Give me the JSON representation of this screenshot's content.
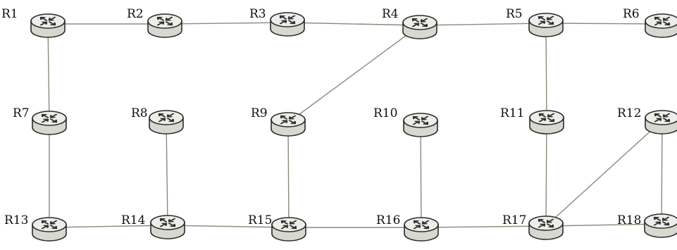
{
  "routers": [
    {
      "id": "R1",
      "label": "R1"
    },
    {
      "id": "R2",
      "label": "R2"
    },
    {
      "id": "R3",
      "label": "R3"
    },
    {
      "id": "R4",
      "label": "R4"
    },
    {
      "id": "R5",
      "label": "R5"
    },
    {
      "id": "R6",
      "label": "R6"
    },
    {
      "id": "R7",
      "label": "R7"
    },
    {
      "id": "R8",
      "label": "R8"
    },
    {
      "id": "R9",
      "label": "R9"
    },
    {
      "id": "R10",
      "label": "R10"
    },
    {
      "id": "R11",
      "label": "R11"
    },
    {
      "id": "R12",
      "label": "R12"
    },
    {
      "id": "R13",
      "label": "R13"
    },
    {
      "id": "R14",
      "label": "R14"
    },
    {
      "id": "R15",
      "label": "R15"
    },
    {
      "id": "R16",
      "label": "R16"
    },
    {
      "id": "R17",
      "label": "R17"
    },
    {
      "id": "R18",
      "label": "R18"
    }
  ],
  "links": [
    [
      "R1",
      "R2"
    ],
    [
      "R2",
      "R3"
    ],
    [
      "R3",
      "R4"
    ],
    [
      "R4",
      "R5"
    ],
    [
      "R5",
      "R6"
    ],
    [
      "R1",
      "R7"
    ],
    [
      "R7",
      "R13"
    ],
    [
      "R8",
      "R14"
    ],
    [
      "R4",
      "R9"
    ],
    [
      "R9",
      "R15"
    ],
    [
      "R10",
      "R16"
    ],
    [
      "R5",
      "R11"
    ],
    [
      "R11",
      "R17"
    ],
    [
      "R12",
      "R17"
    ],
    [
      "R12",
      "R18"
    ],
    [
      "R13",
      "R14"
    ],
    [
      "R14",
      "R15"
    ],
    [
      "R15",
      "R16"
    ],
    [
      "R16",
      "R17"
    ],
    [
      "R17",
      "R18"
    ]
  ],
  "colors": {
    "router_body": "#d8d8d0",
    "router_top": "#ededea",
    "router_outline": "#2b2b2b",
    "arrow": "#2e2e2e",
    "link": "#8a8a7a"
  }
}
